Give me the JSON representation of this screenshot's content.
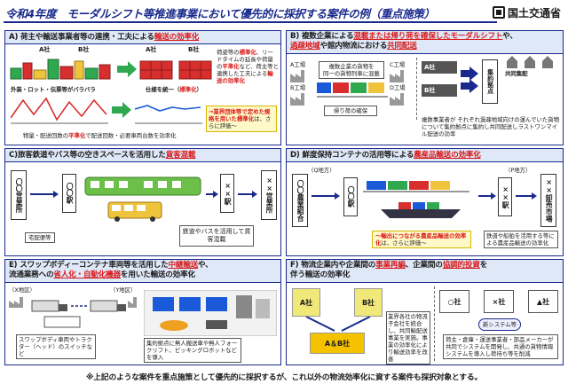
{
  "header": {
    "title": "令和4年度　モーダルシフト等推進事業において優先的に採択する案件の例（重点施策）",
    "ministry": "国土交通省"
  },
  "panelA": {
    "head_pre": "A) 荷主や輸送事業者等の連携・工夫による",
    "head_hl": "輸送の効率化",
    "company_a": "A社",
    "company_b": "B社",
    "label_before": "外装・ロット・伝票等がバラバラ",
    "label_after": "仕様を統一（",
    "label_after_hl": "標準化",
    "label_after_end": "）",
    "desc_1": "荷姿等の",
    "desc_hl1": "標準化",
    "desc_2": "、リードタイムの延長や荷量の",
    "desc_hl2": "平準化",
    "desc_3": "など、荷主等と連携した工夫による",
    "desc_hl3": "輸送の効率化",
    "callout_hl": "→業界団体等で定めた規格を用いた標準化",
    "callout_end": "は、さらに評価～",
    "chart_caption": "物量・配送回数の",
    "chart_caption_hl": "平準化",
    "chart_caption_end": "で配送回数・必要車両台数を効率化"
  },
  "panelB": {
    "head_pre": "B) 複数企業による",
    "head_hl": "混載または帰り荷を確保したモーダルシフト",
    "head_mid": "や、",
    "head2_hl": "過疎地域",
    "head2_mid": "や館内物流における",
    "head2_hl2": "共同配送",
    "factory_a": "A工場",
    "factory_b": "B工場",
    "factory_c": "C工場",
    "factory_d": "D工場",
    "note_1": "複数企業の貨物を",
    "note_2": "同一の貨物列車に混載",
    "note_3": "帰り荷の確保",
    "truck_a": "A社",
    "truck_b": "B社",
    "depot": "集約拠点",
    "joint": "共同集配",
    "desc": "複数事業者が それぞれ過疎地域向けの運んでいた貨物について集約拠点に集約し共同配送しラストワンマイル配送の効率"
  },
  "panelC": {
    "head_pre": "C)旅客鉄道やバス等の空きスペースを活用した",
    "head_hl": "貨客混載",
    "office_1": "〇〇営業所",
    "station_1": "〇〇駅",
    "station_2": "××駅",
    "office_2": "××営業所",
    "delivery": "宅配便等",
    "note": "鉄道やバスを活用して貨客混載"
  },
  "panelD": {
    "head_pre": "D) 鮮度保持コンテナの活用等による",
    "head_hl": "農産品輸送の効率化",
    "region_q": "（Q地方）",
    "region_p": "（P地方）",
    "coop": "〇〇農業組合",
    "station_1": "〇〇駅",
    "station_2": "××駅",
    "market": "××卸売市場",
    "callout_hl": "～輸出につながる農産品輸送の効率化",
    "callout_end": "は、さらに評価～",
    "note": "鉄道や船舶を活用する等による農産品輸送の効率化"
  },
  "panelE": {
    "head_pre": "E) スワップボディーコンテナ車両等を活用した",
    "head_hl": "中継輸送",
    "head_mid": "や、",
    "head2_pre": "流通業務への",
    "head2_hl": "省人化・自動化機器",
    "head2_end": "を用いた輸送の効率化",
    "region_x": "（X地区）",
    "region_y": "（Y地区）",
    "caption_1": "スワップボディ車両やトラクター（ヘッド）のスイッチなど",
    "caption_2": "集約拠点に無人搬送車や無人フォークリフト、ピッキングロボットなどを導入"
  },
  "panelF": {
    "head_pre": "F) 物流企業内や企業間の",
    "head_hl": "事業再編",
    "head_mid": "、企業間の",
    "head_hl2": "協調的投資",
    "head_end": "を",
    "head2": "伴う輸送の効率化",
    "company_a": "A社",
    "company_b": "B社",
    "merged": "A＆B社",
    "merge_note": "業界各社の物流子会社を統合し、共同輸配送事業を実施。事業の効率化により輸送効率を改善",
    "circle": "○社",
    "cross": "×社",
    "triangle": "▲社",
    "system": "新システム等",
    "system_note": "荷主・倉庫・運送事業者・部品メーカーが共同でシステムを開発し、共通の貨物情報システムを導入し荷待ち等を削減"
  },
  "footer": {
    "note": "※上記のような案件を重点施策として優先的に採択するが、これ以外の物流効率化に資する案件も採択対象とする。"
  },
  "colors": {
    "accent": "#1a2a8c",
    "highlight": "#d91a1a",
    "panel_head_bg": "#dfe8f7"
  }
}
